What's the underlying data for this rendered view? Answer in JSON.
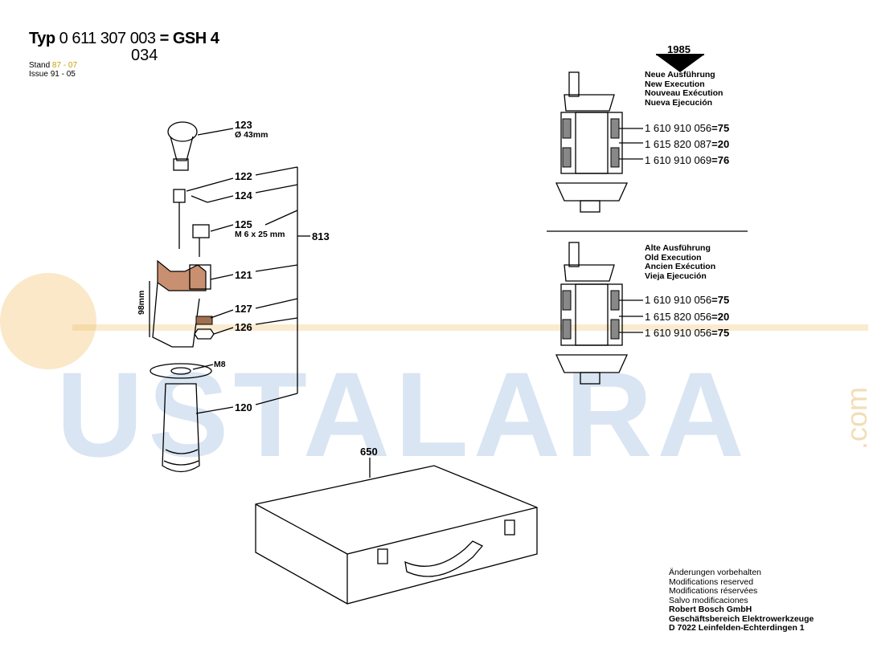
{
  "header": {
    "typ_label": "Typ",
    "typ_number": "0 611 307 003",
    "typ_number_alt": "034",
    "model": "= GSH 4",
    "stand_label": "Stand",
    "stand_value": "87 - 07",
    "issue_label": "Issue",
    "issue_value": "91 - 05"
  },
  "parts": {
    "p123": "123",
    "p123_sub": "Ø 43mm",
    "p122": "122",
    "p124": "124",
    "p125": "125",
    "p125_sub": "M 6 x 25 mm",
    "p813": "813",
    "p121": "121",
    "p127": "127",
    "p126": "126",
    "m8": "M8",
    "p120": "120",
    "p650": "650",
    "dim98": "98mm"
  },
  "new_exec": {
    "year": "1985",
    "lines": [
      "Neue Ausführung",
      "New Execution",
      "Nouveau Exécution",
      "Nueva Ejecución"
    ],
    "parts": [
      {
        "num": "1 610 910 056",
        "qty": "=75"
      },
      {
        "num": "1 615 820 087",
        "qty": "=20"
      },
      {
        "num": "1 610 910 069",
        "qty": "=76"
      }
    ]
  },
  "old_exec": {
    "lines": [
      "Alte Ausführung",
      "Old Execution",
      "Ancien Exécution",
      "Vieja Ejecución"
    ],
    "parts": [
      {
        "num": "1 610 910 056",
        "qty": "=75"
      },
      {
        "num": "1 615 820 056",
        "qty": "=20"
      },
      {
        "num": "1 610 910 056",
        "qty": "=75"
      }
    ]
  },
  "footer": {
    "lines": [
      "Änderungen vorbehalten",
      "Modifications reserved",
      "Modifications réservées",
      "Salvo modificaciones"
    ],
    "company": [
      "Robert Bosch GmbH",
      "Geschäftsbereich Elektrowerkzeuge",
      "D 7022 Leinfelden-Echterdingen 1"
    ]
  },
  "watermark": {
    "text": "USTALARA",
    "suffix": ".com"
  }
}
